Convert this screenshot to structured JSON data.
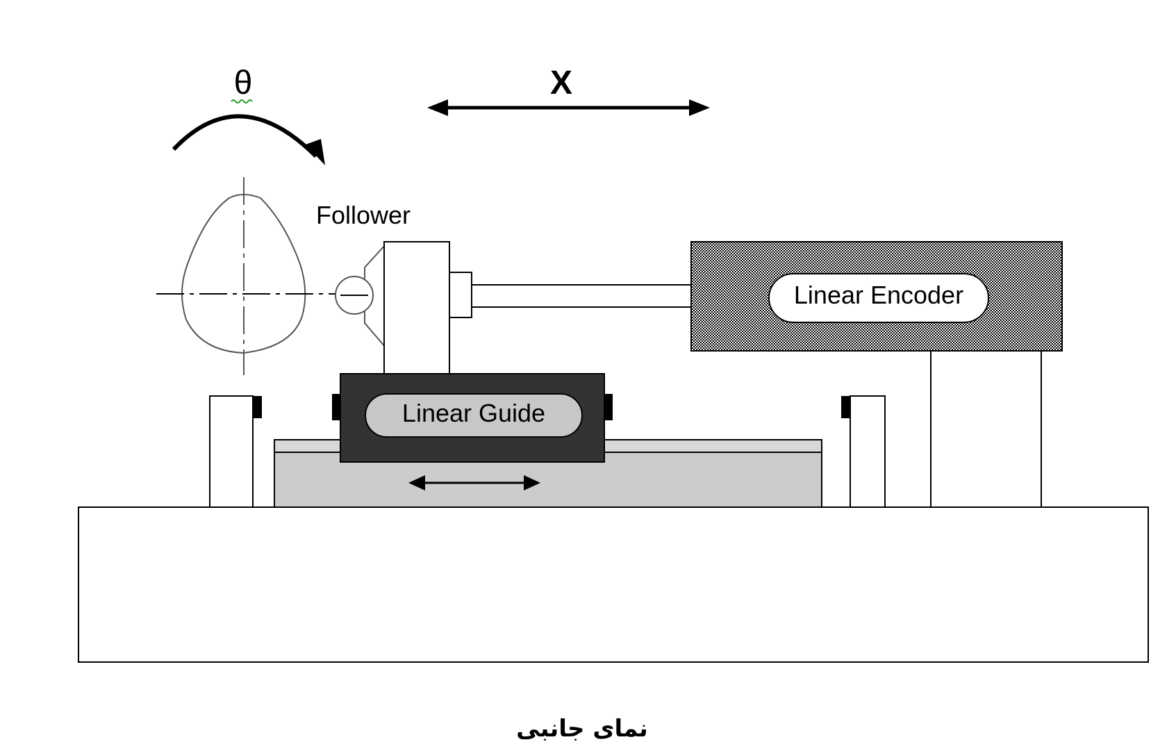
{
  "labels": {
    "theta": "θ",
    "x_axis": "X",
    "follower": "Follower",
    "linear_encoder": "Linear Encoder",
    "linear_guide": "Linear Guide",
    "caption": "نمای جانبی"
  },
  "colors": {
    "stroke": "#000000",
    "cam_stroke": "#555555",
    "guide_block": "#333333",
    "label_pill_fill": "#c8c8c8",
    "rail_fill": "#cccccc",
    "encoder_pattern": "#000000"
  }
}
